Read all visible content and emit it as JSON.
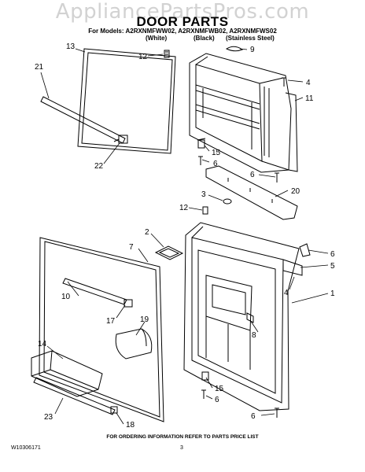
{
  "watermark": "AppliancePartsPros.com",
  "header": {
    "title": "DOOR PARTS",
    "models": "For Models: A2RXNMFWW02, A2RXNMFWB02, A2RXNMFWS02",
    "variants": [
      "(White)",
      "(Black)",
      "(Stainless Steel)"
    ]
  },
  "callouts": [
    "13",
    "12",
    "9",
    "21",
    "4",
    "11",
    "15",
    "6",
    "22",
    "6",
    "3",
    "20",
    "12",
    "2",
    "7",
    "6",
    "5",
    "10",
    "4",
    "1",
    "17",
    "19",
    "8",
    "14",
    "15",
    "6",
    "23",
    "18",
    "6"
  ],
  "footer": {
    "note": "FOR ORDERING INFORMATION REFER TO PARTS PRICE LIST",
    "doc_number": "W10306171",
    "page": "3"
  }
}
